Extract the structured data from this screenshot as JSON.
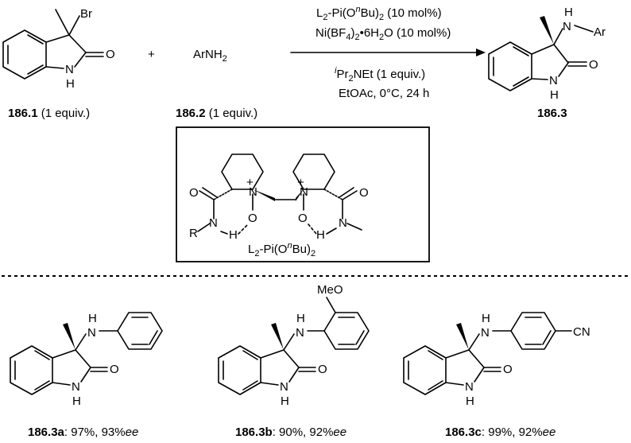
{
  "reactants": {
    "r1_label_bold": "186.1",
    "r1_label_rest": " (1 equiv.)",
    "plus": "+",
    "r2_formula": "ArNH",
    "r2_sub": "2",
    "r2_label_bold": "186.2",
    "r2_label_rest": " (1 equiv.)",
    "product_label": "186.3",
    "atoms": {
      "Br": "Br",
      "O": "O",
      "N": "N",
      "H": "H",
      "Ar": "Ar"
    }
  },
  "conditions": {
    "line1": [
      "L",
      "2",
      "-Pi(O",
      "n",
      "Bu)",
      "2",
      " (10 mol%)"
    ],
    "line2": [
      "Ni(BF",
      "4",
      ")",
      "2",
      "•6H",
      "2",
      "O (10 mol%)"
    ],
    "line3": [
      "i",
      "Pr",
      "2",
      "NEt (1 equiv.)"
    ],
    "line4": "EtOAc, 0°C, 24 h"
  },
  "ligand": {
    "caption": [
      "L",
      "2",
      "-Pi(O",
      "n",
      "Bu)",
      "2"
    ],
    "atoms": {
      "O": "O",
      "N": "N",
      "H": "H",
      "R": "R",
      "plus": "+",
      "minus": "–"
    }
  },
  "examples": [
    {
      "id_bold": "186.3a",
      "yield": ": 97%, 93%",
      "ee": "ee"
    },
    {
      "id_bold": "186.3b",
      "yield": ": 90%, 92%",
      "ee": "ee",
      "sub": "MeO"
    },
    {
      "id_bold": "186.3c",
      "yield": ": 99%, 92%",
      "ee": "ee",
      "sub": "CN"
    }
  ]
}
